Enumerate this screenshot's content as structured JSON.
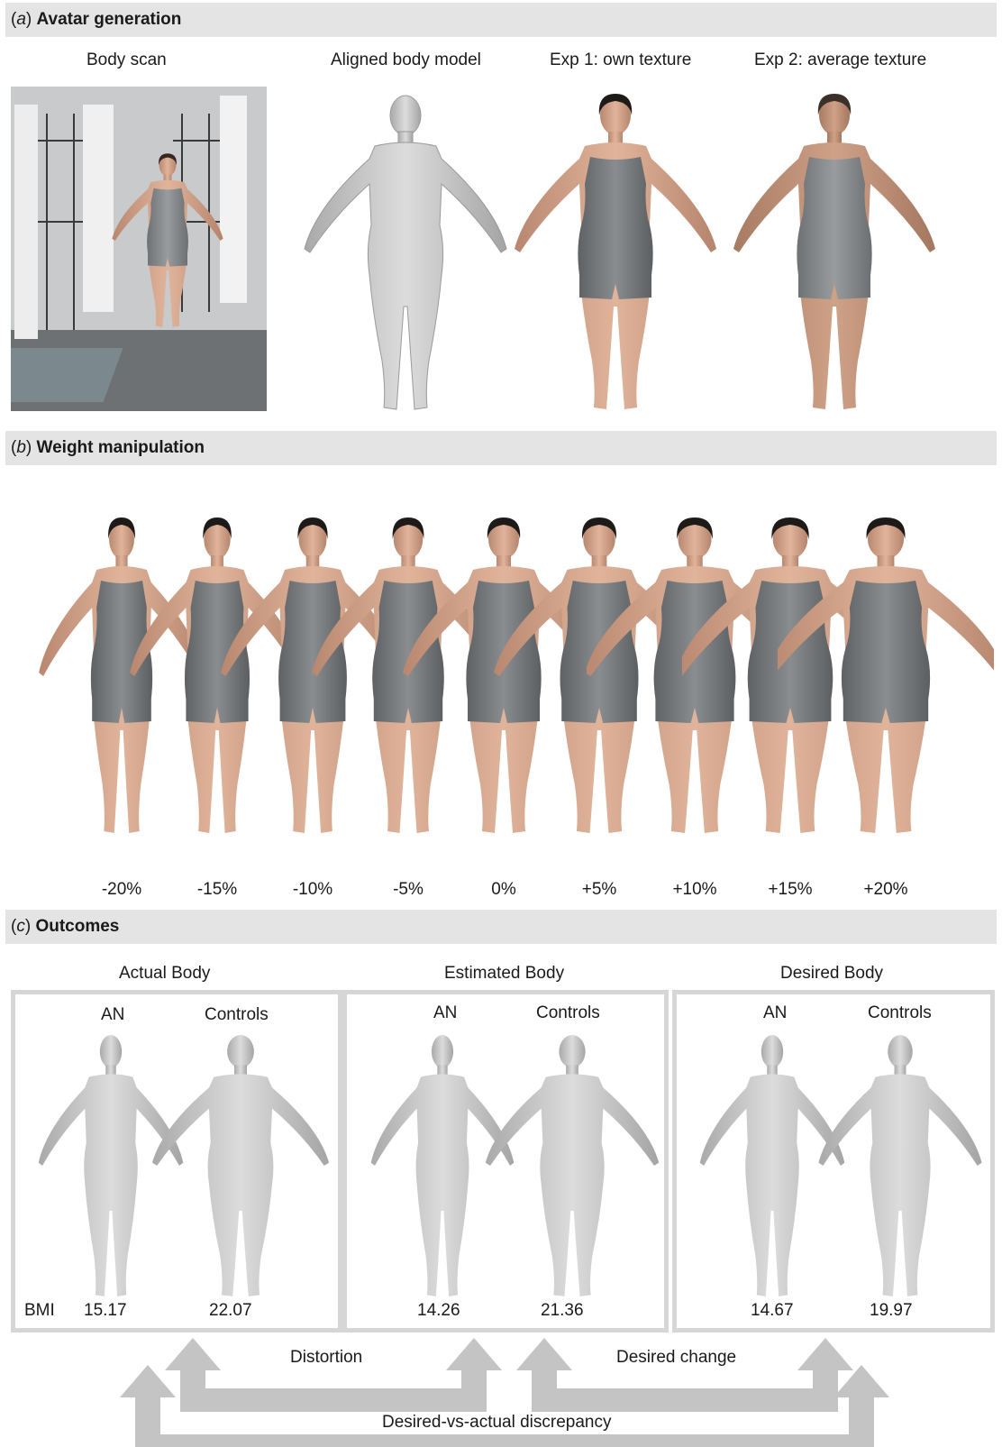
{
  "sections": {
    "a": {
      "letter": "a",
      "title": "Avatar generation"
    },
    "b": {
      "letter": "b",
      "title": "Weight manipulation"
    },
    "c": {
      "letter": "c",
      "title": "Outcomes"
    }
  },
  "avatar_generation": {
    "col1": "Body scan",
    "col2": "Aligned body model",
    "col3": "Exp 1: own texture",
    "col4": "Exp 2: average texture"
  },
  "weight_manipulation": {
    "labels": [
      "-20%",
      "-15%",
      "-10%",
      "-5%",
      "0%",
      "+5%",
      "+10%",
      "+15%",
      "+20%"
    ]
  },
  "outcomes": {
    "bmi_label": "BMI",
    "panels": [
      {
        "title": "Actual Body",
        "group1": "AN",
        "group2": "Controls",
        "value1": "15.17",
        "value2": "22.07"
      },
      {
        "title": "Estimated Body",
        "group1": "AN",
        "group2": "Controls",
        "value1": "14.26",
        "value2": "21.36"
      },
      {
        "title": "Desired Body",
        "group1": "AN",
        "group2": "Controls",
        "value1": "14.67",
        "value2": "19.97"
      }
    ],
    "arrows": {
      "distortion": "Distortion",
      "desired_change": "Desired change",
      "discrepancy": "Desired-vs-actual discrepancy"
    }
  },
  "colors": {
    "header_bg": "#e4e4e4",
    "panel_border": "#d6d6d6",
    "arrow": "#c4c4c4",
    "model_gray": "#c9c9c9",
    "suit_gray": "#777a7c",
    "skin": "#d8a88e"
  }
}
